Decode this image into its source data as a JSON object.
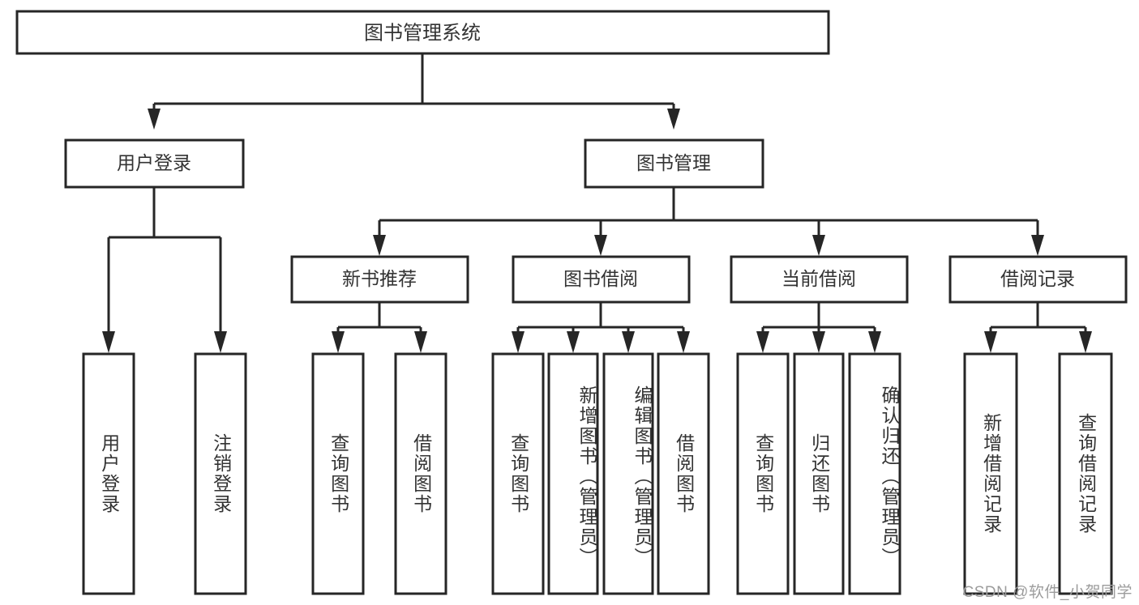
{
  "diagram": {
    "title_text": "图书管理系统",
    "watermark": "CSDN @软件_小贺同学",
    "colors": {
      "stroke": "#262626",
      "text": "#333333",
      "background": "#ffffff",
      "watermark": "#9c9c9c"
    },
    "levels": {
      "root": {
        "label": "图书管理系统"
      },
      "level2": [
        {
          "label": "用户登录"
        },
        {
          "label": "图书管理"
        }
      ],
      "level3": [
        {
          "label": "新书推荐"
        },
        {
          "label": "图书借阅"
        },
        {
          "label": "当前借阅"
        },
        {
          "label": "借阅记录"
        }
      ],
      "leaves": [
        {
          "label": "用户登录",
          "parent": "用户登录"
        },
        {
          "label": "注销登录",
          "parent": "用户登录"
        },
        {
          "label": "查询图书",
          "parent": "新书推荐"
        },
        {
          "label": "借阅图书",
          "parent": "新书推荐"
        },
        {
          "label": "查询图书",
          "parent": "图书借阅"
        },
        {
          "label": "新增图书（管理员）",
          "parent": "图书借阅"
        },
        {
          "label": "编辑图书（管理员）",
          "parent": "图书借阅"
        },
        {
          "label": "借阅图书",
          "parent": "图书借阅"
        },
        {
          "label": "查询图书",
          "parent": "当前借阅"
        },
        {
          "label": "归还图书",
          "parent": "当前借阅"
        },
        {
          "label": "确认归还（管理员）",
          "parent": "当前借阅"
        },
        {
          "label": "新增借阅记录",
          "parent": "借阅记录"
        },
        {
          "label": "查询借阅记录",
          "parent": "借阅记录"
        }
      ]
    }
  }
}
